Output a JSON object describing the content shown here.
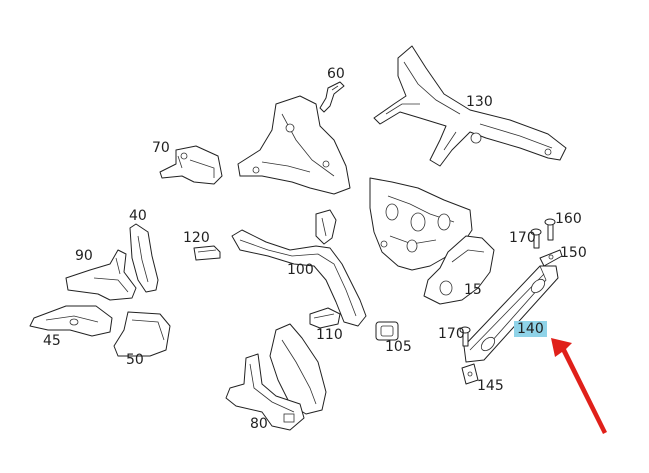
{
  "diagram": {
    "part_labels": {
      "p60": "60",
      "p130": "130",
      "p70": "70",
      "p40": "40",
      "p120": "120",
      "p90": "90",
      "p100": "100",
      "p160": "160",
      "p170a": "170",
      "p150": "150",
      "p15": "15",
      "p45": "45",
      "p50": "50",
      "p110": "110",
      "p105": "105",
      "p170b": "170",
      "p140": "140",
      "p145": "145",
      "p80": "80"
    },
    "highlighted_part": "140",
    "colors": {
      "highlight": "#8fd3e8",
      "arrow": "#e0201a",
      "line": "#222222"
    }
  }
}
